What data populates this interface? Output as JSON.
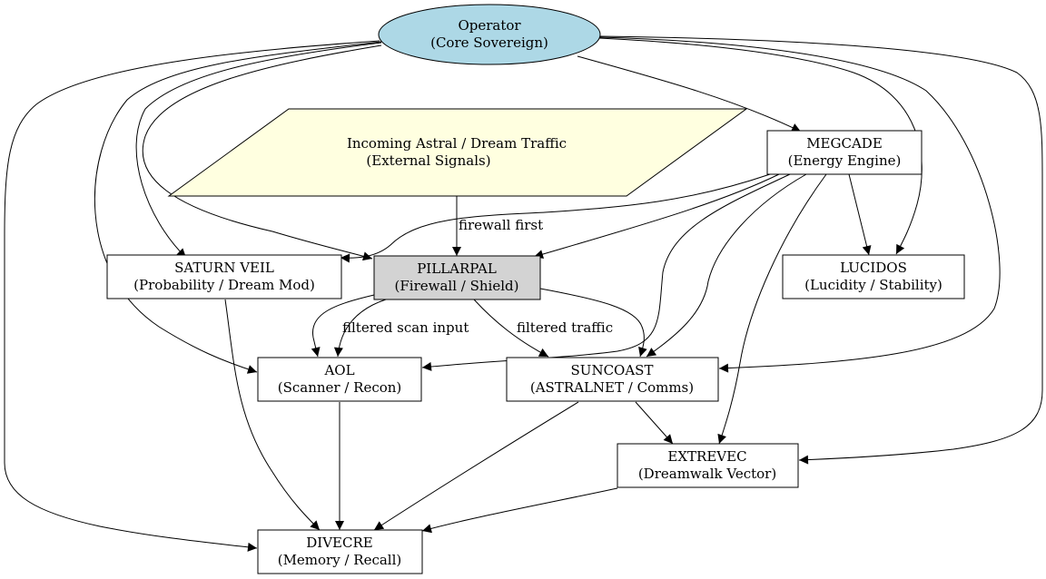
{
  "colors": {
    "operator_fill": "#add8e6",
    "traffic_fill": "#ffffe0",
    "firewall_fill": "#d3d3d3",
    "box_fill": "#ffffff",
    "stroke": "#000000"
  },
  "nodes": {
    "operator": {
      "line1": "Operator",
      "line2": "(Core Sovereign)"
    },
    "traffic": {
      "line1": "Incoming Astral / Dream Traffic",
      "line2": "(External Signals)"
    },
    "megcade": {
      "line1": "MEGCADE",
      "line2": "(Energy Engine)"
    },
    "saturn": {
      "line1": "SATURN VEIL",
      "line2": "(Probability / Dream Mod)"
    },
    "pillarpal": {
      "line1": "PILLARPAL",
      "line2": "(Firewall / Shield)"
    },
    "lucidos": {
      "line1": "LUCIDOS",
      "line2": "(Lucidity / Stability)"
    },
    "aol": {
      "line1": "AOL",
      "line2": "(Scanner / Recon)"
    },
    "suncoast": {
      "line1": "SUNCOAST",
      "line2": "(ASTRALNET / Comms)"
    },
    "extrevec": {
      "line1": "EXTREVEC",
      "line2": "(Dreamwalk Vector)"
    },
    "divecre": {
      "line1": "DIVECRE",
      "line2": "(Memory / Recall)"
    }
  },
  "edge_labels": {
    "firewall_first": "firewall first",
    "filtered_scan_input": "filtered scan input",
    "filtered_traffic": "filtered traffic"
  }
}
